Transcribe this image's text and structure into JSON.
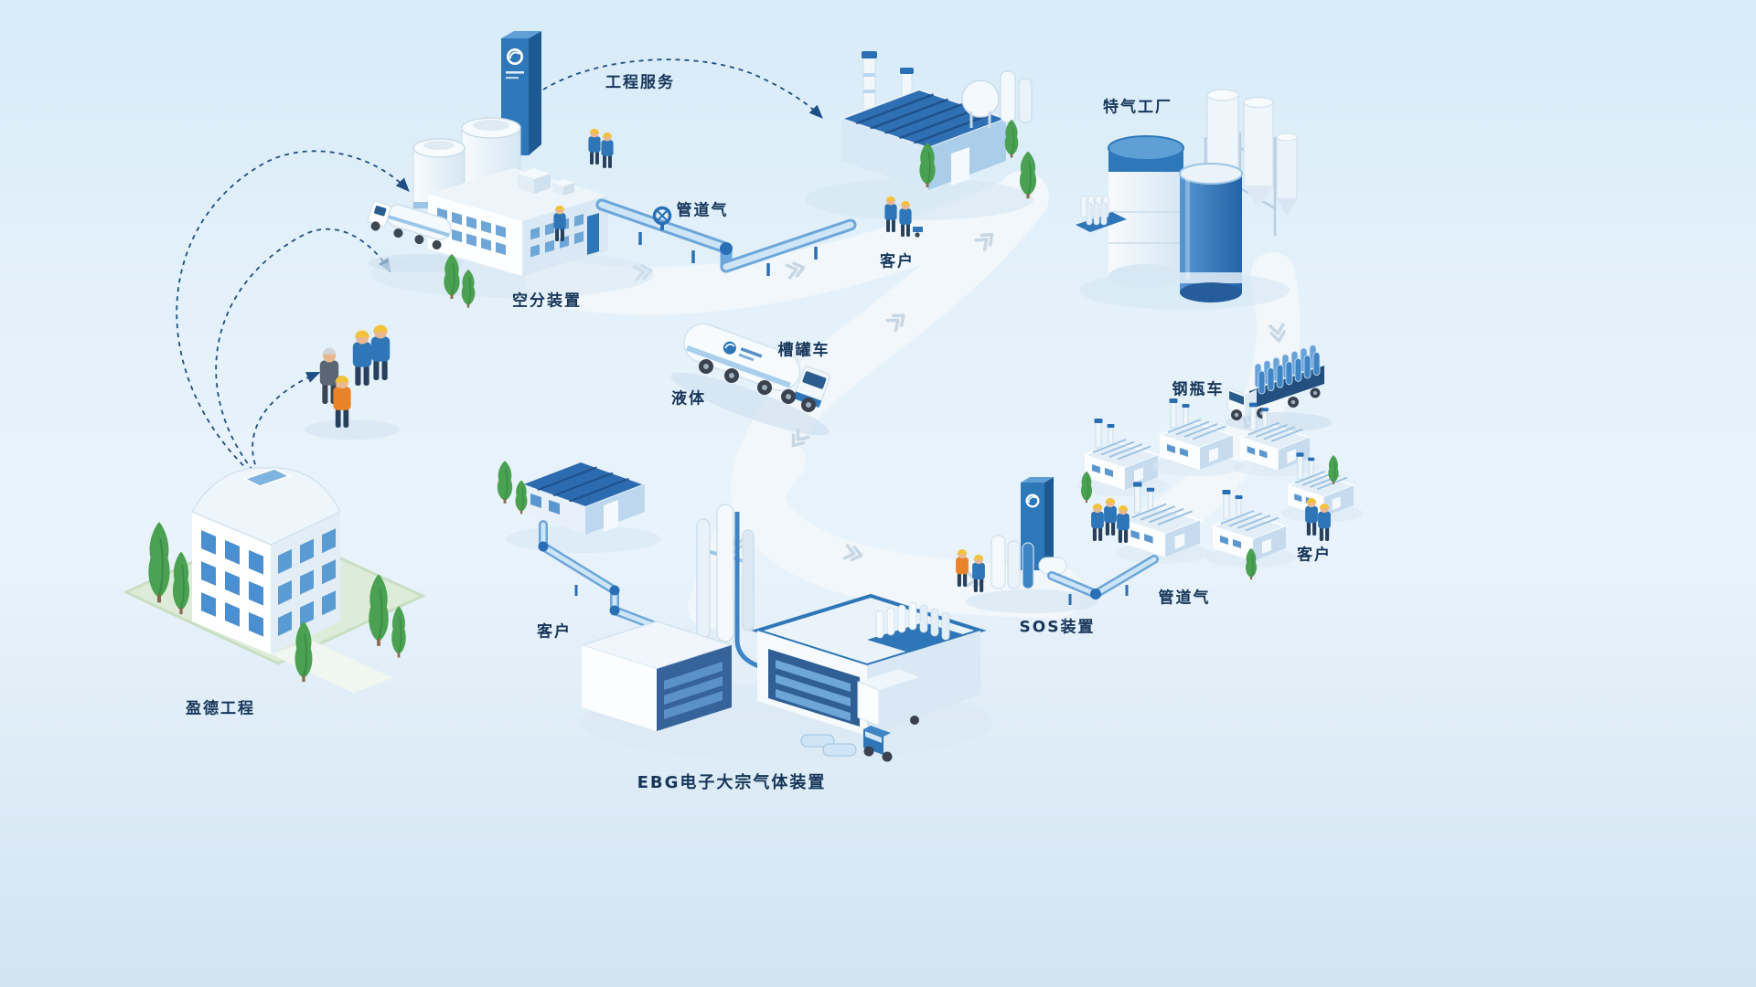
{
  "diagram": {
    "labels": {
      "engineering_service": "工程服务",
      "special_gas_factory": "特气工厂",
      "pipeline_gas_top": "管道气",
      "customer_top": "客户",
      "air_separation_unit": "空分装置",
      "tank_truck": "槽罐车",
      "liquid": "液体",
      "cylinder_truck": "钢瓶车",
      "customer_right": "客户",
      "pipeline_gas_right": "管道气",
      "sos_unit": "SOS装置",
      "customer_left": "客户",
      "yingde_engineering": "盈德工程",
      "ebg_unit": "EBG电子大宗气体装置"
    },
    "colors": {
      "label_text": "#17365a",
      "primary_blue": "#2e78ba",
      "deep_blue": "#1c4c84",
      "light_blue": "#a9cfec",
      "pale_blue": "#e4eff8",
      "road": "#f1f7fb",
      "tree_green": "#4aa152",
      "lawn_green": "#dcecd8",
      "background_top": "#d7ebf8",
      "background_bottom": "#d2e4f2"
    }
  }
}
